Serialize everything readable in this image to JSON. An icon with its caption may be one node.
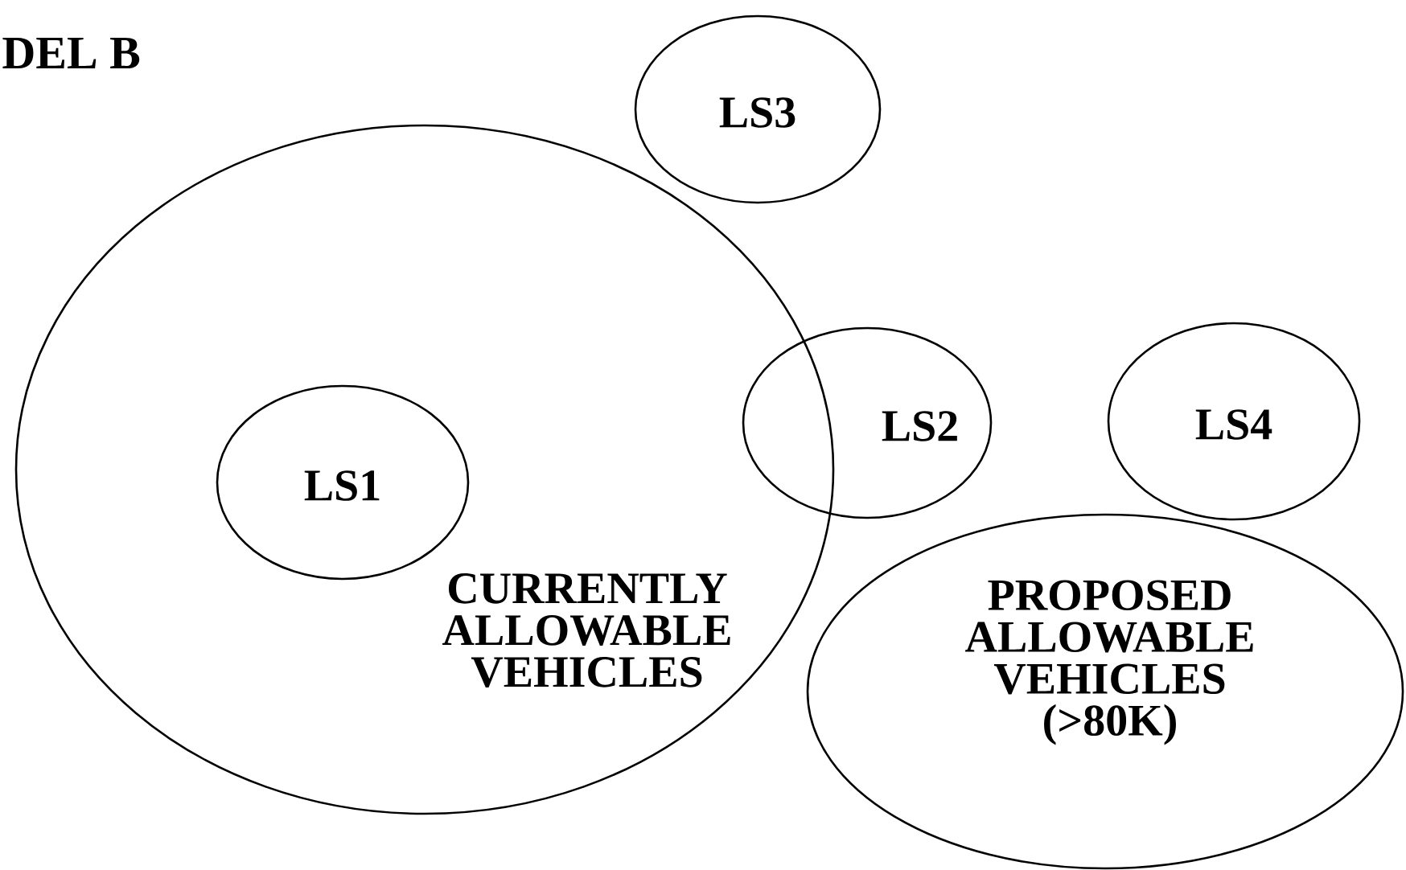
{
  "diagram": {
    "title": "DEL B",
    "nodes": [
      {
        "text": [
          "LS3"
        ]
      },
      {
        "text": [
          "CURRENTLY ALLOWABLE VEHICLES"
        ]
      },
      {
        "text": [
          "LS1"
        ],
        "in": 1
      },
      {
        "text": [
          "LS2"
        ]
      },
      {
        "text": [
          "LS4"
        ]
      },
      {
        "text": [
          "PROPOSED ALLOWABLE VEHICLES (>80K)"
        ]
      }
    ]
  }
}
